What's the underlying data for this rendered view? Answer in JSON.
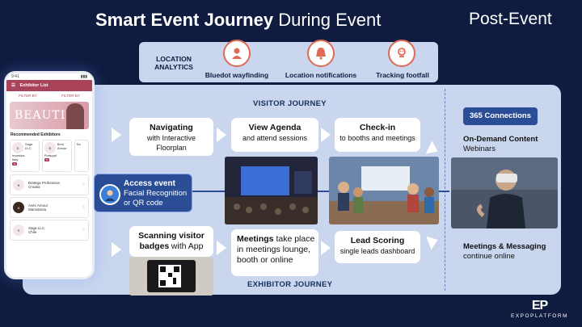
{
  "header": {
    "title_bold": "Smart Event Journey",
    "title_rest": "During Event",
    "post_title": "Post-Event"
  },
  "location": {
    "label_line1": "LOCATION",
    "label_line2": "ANALYTICS",
    "items": [
      {
        "label": "Bluedot wayfinding",
        "icon": "person-pin-icon"
      },
      {
        "label": "Location notifications",
        "icon": "bell-icon"
      },
      {
        "label": "Tracking footfall",
        "icon": "footfall-icon"
      }
    ]
  },
  "journeys": {
    "visitor": "VISITOR JOURNEY",
    "exhibitor": "EXHIBITOR JOURNEY"
  },
  "phone": {
    "time": "9:41",
    "bar_title": "Exhibitor List",
    "filter_left": "FILTER BY",
    "filter_right": "FILTER BY",
    "banner_text": "BEAUTI",
    "section": "Recommended Exhibitors",
    "cards": [
      {
        "name": "Saga LLC. Investpa...",
        "loc": "Italy"
      },
      {
        "name": "Beni Amour",
        "loc": "Portugal"
      },
      {
        "name": "Sa",
        "loc": ""
      }
    ],
    "rows": [
      {
        "name": "Bottega Profumiera",
        "loc": "Croatia"
      },
      {
        "name": "Avec Amour",
        "loc": "Macedonia"
      },
      {
        "name": "Saga LLC.",
        "loc": "Chile"
      }
    ]
  },
  "access": {
    "title": "Access event",
    "line1": "Facial Recognition",
    "line2": "or QR code"
  },
  "steps": {
    "navigating": {
      "title": "Navigating",
      "line1": "with Interactive",
      "line2": "Floorplan"
    },
    "agenda": {
      "title": "View Agenda",
      "line1": "and attend sessions"
    },
    "checkin": {
      "title": "Check-in",
      "line1": "to booths and meetings"
    },
    "scanning": {
      "title": "Scanning visitor",
      "title2": "badges",
      "rest": "with App"
    },
    "meetings": {
      "title": "Meetings",
      "rest1": "take place",
      "line2": "in meetings lounge,",
      "line3": "booth or online"
    },
    "lead": {
      "title": "Lead Scoring",
      "line1": "single leads dashboard"
    }
  },
  "post": {
    "connections": "365 Connections",
    "ondemand_title": "On-Demand Content",
    "ondemand_sub": "Webinars",
    "messaging_title": "Meetings & Messaging",
    "messaging_sub": "continue online"
  },
  "brand": {
    "mark": "EP",
    "word": "EXPOPLATFORM"
  },
  "colors": {
    "background": "#0f1b3f",
    "panel": "#c9d6ee",
    "accent_blue": "#2a4d96",
    "icon_red": "#e06a56",
    "phone_accent": "#a8435a"
  }
}
